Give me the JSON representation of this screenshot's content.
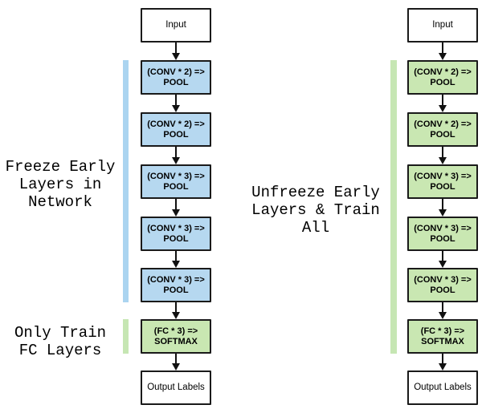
{
  "diagram": {
    "type": "flowchart",
    "background": "#ffffff",
    "colors": {
      "frozen_fill": "#B6D8F0",
      "trainable_fill": "#C9E7B2",
      "freeze_bar": "#ABD4F0",
      "train_bar": "#C6E6B3",
      "node_border": "#1A1A1A",
      "arrow": "#111111",
      "text": "#000000"
    },
    "annotations": {
      "freeze_early": {
        "lines": [
          "Freeze Early",
          "Layers in",
          "Network"
        ]
      },
      "only_train_fc": {
        "lines": [
          "Only Train",
          "FC Layers"
        ]
      },
      "unfreeze_all": {
        "lines": [
          "Unfreeze Early",
          "Layers & Train",
          "All"
        ]
      }
    },
    "flows": [
      {
        "name": "Freeze early layers, only train FC layers",
        "nodes": [
          {
            "line1": "Input"
          },
          {
            "line1": "(CONV * 2) =>",
            "line2": "POOL"
          },
          {
            "line1": "(CONV * 2) =>",
            "line2": "POOL"
          },
          {
            "line1": "(CONV * 3) =>",
            "line2": "POOL"
          },
          {
            "line1": "(CONV * 3) =>",
            "line2": "POOL"
          },
          {
            "line1": "(CONV * 3) =>",
            "line2": "POOL"
          },
          {
            "line1": "(FC * 3) =>",
            "line2": "SOFTMAX"
          },
          {
            "line1": "Output Labels"
          }
        ]
      },
      {
        "name": "Unfreeze early layers and train all",
        "nodes": [
          {
            "line1": "Input"
          },
          {
            "line1": "(CONV * 2) =>",
            "line2": "POOL"
          },
          {
            "line1": "(CONV * 2) =>",
            "line2": "POOL"
          },
          {
            "line1": "(CONV * 3) =>",
            "line2": "POOL"
          },
          {
            "line1": "(CONV * 3) =>",
            "line2": "POOL"
          },
          {
            "line1": "(CONV * 3) =>",
            "line2": "POOL"
          },
          {
            "line1": "(FC * 3) =>",
            "line2": "SOFTMAX"
          },
          {
            "line1": "Output Labels"
          }
        ]
      }
    ]
  }
}
